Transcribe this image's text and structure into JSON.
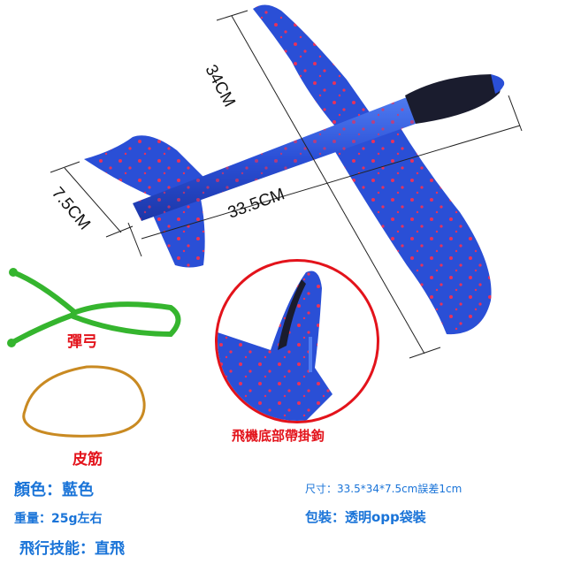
{
  "product": {
    "name": "foam glider airplane",
    "dimensions": {
      "wingspan": "34CM",
      "length": "33.5CM",
      "height": "7.5CM"
    },
    "callouts": {
      "slingshot": "彈弓",
      "rubber_band": "皮筋",
      "hook_detail": "飛機底部帶掛鉤"
    }
  },
  "specs": {
    "color": "顏色：藍色",
    "weight": "重量：25g左右",
    "flight_skill": "飛行技能：直飛",
    "size": "尺寸：33.5*34*7.5cm誤差1cm",
    "packaging": "包裝：透明opp袋裝"
  },
  "colors": {
    "plane_blue": "#2a4fd6",
    "dots_red": "#e8315a",
    "canopy": "#1a1c2e",
    "slingshot_green": "#35b52e",
    "rubber_band": "#c98a22",
    "label_red": "#e3131b",
    "spec_blue": "#1a74d8"
  }
}
